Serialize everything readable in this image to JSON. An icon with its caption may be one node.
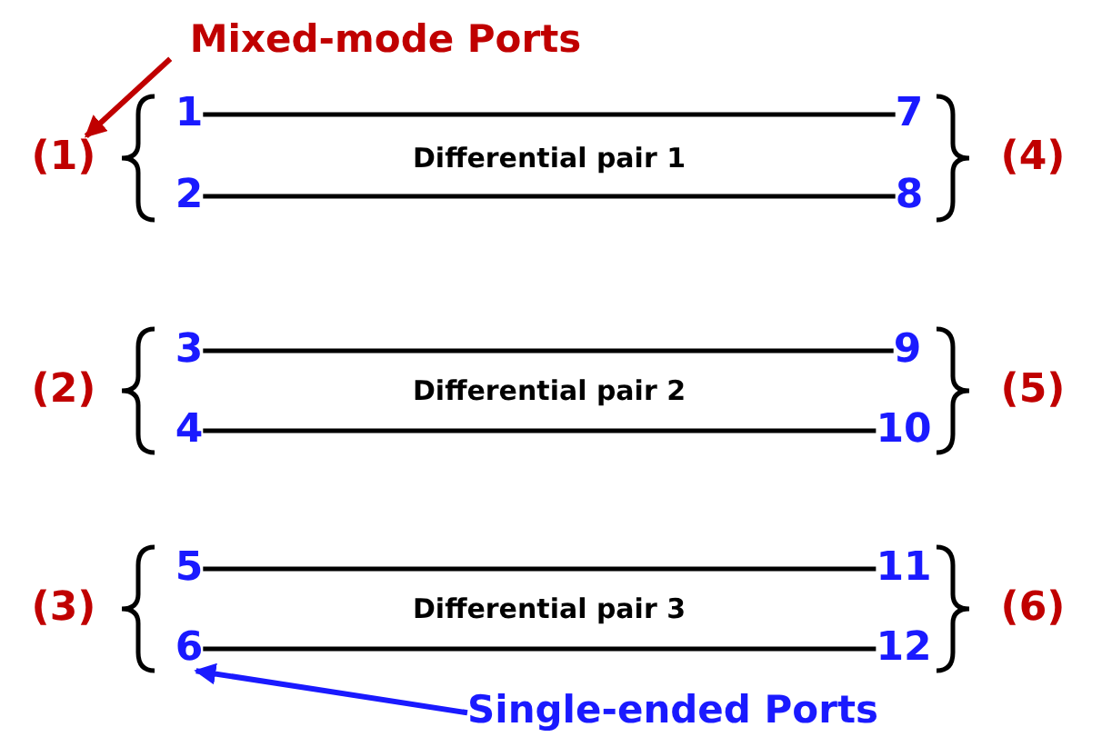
{
  "diagram": {
    "nodes": [
      {
        "text": [
          "Mixed-mode Ports"
        ]
      },
      {
        "text": [
          "(1)"
        ]
      },
      {
        "text": [
          "1"
        ]
      },
      {
        "text": [
          "7"
        ]
      },
      {
        "text": [
          "2"
        ]
      },
      {
        "text": [
          "8"
        ]
      },
      {
        "text": [
          "3"
        ]
      },
      {
        "text": [
          "9"
        ]
      },
      {
        "text": [
          "4"
        ]
      },
      {
        "text": [
          "10"
        ]
      },
      {
        "text": [
          "5"
        ]
      },
      {
        "text": [
          "11"
        ]
      },
      {
        "text": [
          "6"
        ]
      },
      {
        "text": [
          "12"
        ]
      },
      {
        "text": [
          "Single-ended Ports"
        ]
      }
    ],
    "edges": [
      {
        "from": 0,
        "to": 1,
        "arrow": "to",
        "color": "#c00000"
      },
      {
        "from": 2,
        "to": 3,
        "arrow": "none"
      },
      {
        "from": 4,
        "to": 5,
        "arrow": "none"
      },
      {
        "from": 6,
        "to": 7,
        "arrow": "none"
      },
      {
        "from": 8,
        "to": 9,
        "arrow": "none"
      },
      {
        "from": 10,
        "to": 11,
        "arrow": "none"
      },
      {
        "from": 12,
        "to": 13,
        "arrow": "none"
      },
      {
        "from": 14,
        "to": 12,
        "arrow": "to",
        "color": "#1a1aff"
      }
    ],
    "labels": [
      "Differential pair 1",
      "(4)",
      "(2)",
      "Differential pair 2",
      "(5)",
      "(3)",
      "Differential pair 3",
      "(6)"
    ]
  }
}
